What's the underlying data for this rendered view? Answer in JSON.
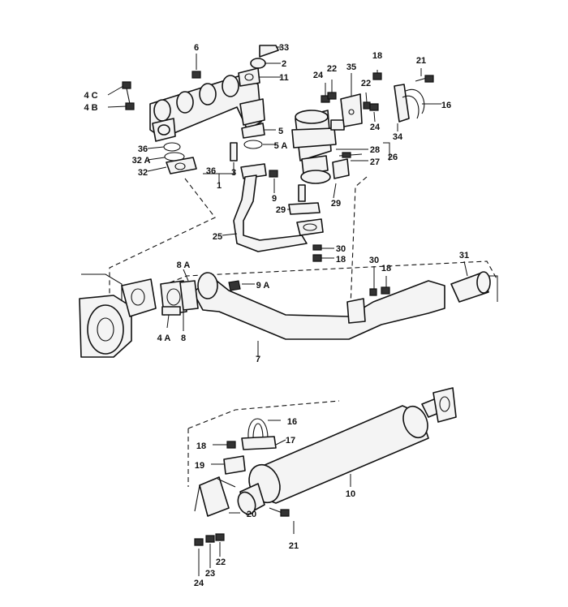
{
  "title": "Exhaust system parts diagram",
  "callouts": [
    {
      "id": "c33",
      "text": "33"
    },
    {
      "id": "c2",
      "text": "2"
    },
    {
      "id": "c11",
      "text": "11"
    },
    {
      "id": "c6",
      "text": "6"
    },
    {
      "id": "c4c",
      "text": "4 C"
    },
    {
      "id": "c4b",
      "text": "4 B"
    },
    {
      "id": "c5",
      "text": "5"
    },
    {
      "id": "c5a",
      "text": "5 A"
    },
    {
      "id": "c36a",
      "text": "36"
    },
    {
      "id": "c32a",
      "text": "32 A"
    },
    {
      "id": "c32",
      "text": "32"
    },
    {
      "id": "c36b",
      "text": "36"
    },
    {
      "id": "c3",
      "text": "3"
    },
    {
      "id": "c1",
      "text": "1"
    },
    {
      "id": "c9",
      "text": "9"
    },
    {
      "id": "c25",
      "text": "25"
    },
    {
      "id": "c29a",
      "text": "29"
    },
    {
      "id": "c29b",
      "text": "29"
    },
    {
      "id": "c24a",
      "text": "24"
    },
    {
      "id": "c22a",
      "text": "22"
    },
    {
      "id": "c35",
      "text": "35"
    },
    {
      "id": "c18a",
      "text": "18"
    },
    {
      "id": "c22b",
      "text": "22"
    },
    {
      "id": "c24b",
      "text": "24"
    },
    {
      "id": "c21a",
      "text": "21"
    },
    {
      "id": "c16a",
      "text": "16"
    },
    {
      "id": "c34",
      "text": "34"
    },
    {
      "id": "c28",
      "text": "28"
    },
    {
      "id": "c26",
      "text": "26"
    },
    {
      "id": "c27",
      "text": "27"
    },
    {
      "id": "c30a",
      "text": "30"
    },
    {
      "id": "c18b",
      "text": "18"
    },
    {
      "id": "c8a",
      "text": "8 A"
    },
    {
      "id": "c9a",
      "text": "9 A"
    },
    {
      "id": "c4a",
      "text": "4 A"
    },
    {
      "id": "c8",
      "text": "8"
    },
    {
      "id": "c7",
      "text": "7"
    },
    {
      "id": "c30b",
      "text": "30"
    },
    {
      "id": "c18c",
      "text": "18"
    },
    {
      "id": "c31",
      "text": "31"
    },
    {
      "id": "c16b",
      "text": "16"
    },
    {
      "id": "c17",
      "text": "17"
    },
    {
      "id": "c18d",
      "text": "18"
    },
    {
      "id": "c19",
      "text": "19"
    },
    {
      "id": "c10",
      "text": "10"
    },
    {
      "id": "c20",
      "text": "20"
    },
    {
      "id": "c21b",
      "text": "21"
    },
    {
      "id": "c22c",
      "text": "22"
    },
    {
      "id": "c23",
      "text": "23"
    },
    {
      "id": "c24c",
      "text": "24"
    }
  ]
}
